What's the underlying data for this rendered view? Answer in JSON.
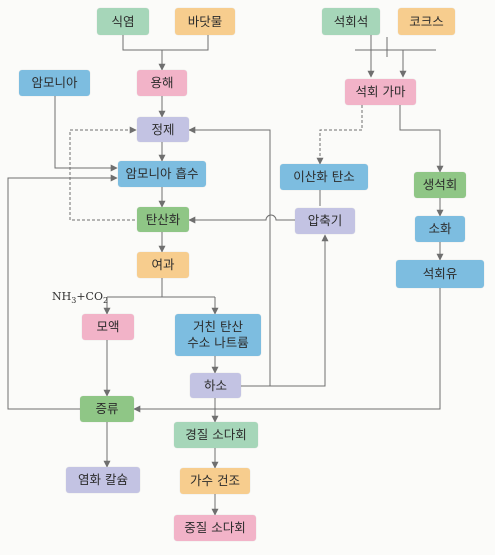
{
  "colors": {
    "green": "#a6d6b9",
    "orange": "#f7cd8e",
    "pink": "#f2b3c8",
    "blue": "#7dbde0",
    "lavender": "#c3c3e3",
    "darkgreen": "#8fc686",
    "line": "#6f6f6f"
  },
  "nodes": {
    "salt": "식염",
    "seawater": "바닷물",
    "limestone": "석회석",
    "coke": "코크스",
    "ammonia": "암모니아",
    "dissolve": "용해",
    "lime_kiln": "석회 가마",
    "purify": "정제",
    "ammonia_absorb": "암모니아 흡수",
    "carbon_dioxide": "이산화 탄소",
    "quicklime": "생석회",
    "carbonation": "탄산화",
    "compressor": "압축기",
    "slaking": "소화",
    "filtration": "여과",
    "slaked_lime": "석회유",
    "mother_liquor": "모액",
    "crude_bicarbonate_line1": "거친 탄산",
    "crude_bicarbonate_line2": "수소 나트륨",
    "calcination": "하소",
    "distillation": "증류",
    "dense_soda": "경질 소다회",
    "calcium_chloride": "염화 칼슘",
    "pressure_drying": "가수 건조",
    "heavy_soda": "중질 소다회"
  },
  "labels": {
    "nh3": "NH",
    "nh3_sub": "3",
    "plus_co2": "+CO",
    "co2_sub": "2"
  }
}
